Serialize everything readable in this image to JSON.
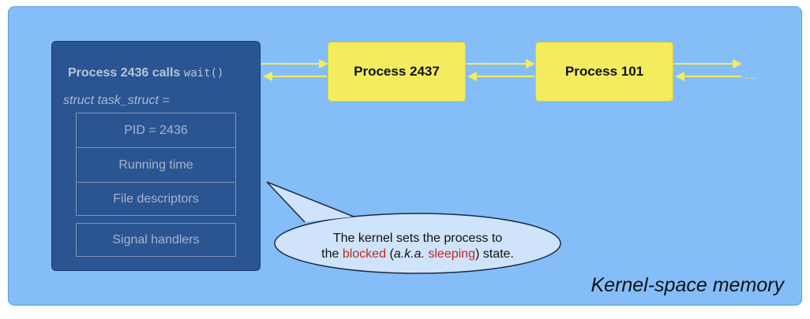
{
  "region_label": "Kernel-space memory",
  "task": {
    "call_text": "Process 2436 calls",
    "call_code": "wait()",
    "struct_label": "struct task_struct =",
    "fields": [
      "PID = 2436",
      "Running time",
      "File descriptors",
      "Signal handlers"
    ]
  },
  "processes": [
    "Process 2437",
    "Process 101"
  ],
  "ellipsis": "...",
  "callout": {
    "line1": "The kernel sets the process to",
    "the": "the",
    "blocked": "blocked",
    "open_paren": "(",
    "aka": "a.k.a.",
    "sleeping": "sleeping",
    "close": ") state."
  },
  "colors": {
    "kernel_bg": "#84bdf8",
    "task_bg": "#2a5592",
    "process_bg": "#f3ec5f",
    "arrow": "#f3ec5f",
    "highlight_red": "#c0281e"
  }
}
